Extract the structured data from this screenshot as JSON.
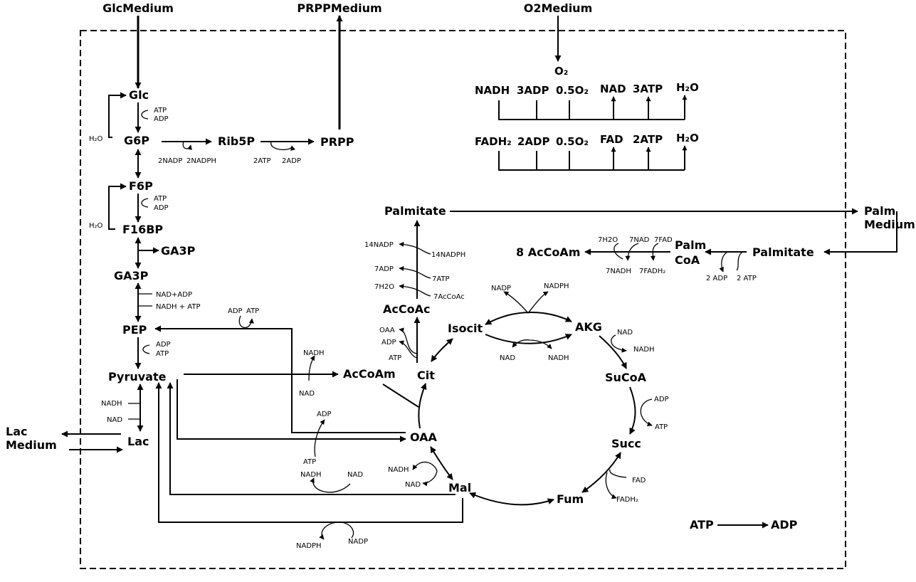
{
  "medium": {
    "glc": "GlcMedium",
    "prpp": "PRPPMedium",
    "o2": "O2Medium",
    "palm": [
      "Palm",
      "Medium"
    ],
    "lac": [
      "Lac",
      "Medium"
    ]
  },
  "metabolites": {
    "glc": "Glc",
    "g6p": "G6P",
    "f6p": "F6P",
    "f16bp": "F16BP",
    "ga3p_out": "GA3P",
    "ga3p": "GA3P",
    "pep": "PEP",
    "pyruvate": "Pyruvate",
    "lac": "Lac",
    "rib5p": "Rib5P",
    "prpp": "PRPP",
    "o2": "O₂",
    "palmitate_top": "Palmitate",
    "palmitate_right": "Palmitate",
    "accoac": "AcCoAc",
    "accoam": "AcCoAm",
    "cit": "Cit",
    "isocit": "Isocit",
    "akg": "AKG",
    "sucoa": "SuCoA",
    "succ": "Succ",
    "fum": "Fum",
    "mal": "Mal",
    "oaa": "OAA",
    "accoam8": "8 AcCoAm",
    "palmcoa": [
      "Palm",
      "CoA"
    ],
    "atp": "ATP",
    "adp": "ADP"
  },
  "oxphos": {
    "nadh_row": [
      "NADH",
      "3ADP",
      "0.5O₂",
      "NAD",
      "3ATP",
      "H₂O"
    ],
    "fadh_row": [
      "FADH₂",
      "2ADP",
      "0.5O₂",
      "FAD",
      "2ATP",
      "H₂O"
    ]
  },
  "cofactors": {
    "glc_atp": "ATP",
    "glc_adp": "ADP",
    "h2o_1": "H₂O",
    "f6p_atp": "ATP",
    "f6p_adp": "ADP",
    "h2o_2": "H₂O",
    "ppp_nadp": "2NADP",
    "ppp_nadph": "2NADPH",
    "prpp_atp": "2ATP",
    "prpp_adp": "2ADP",
    "gapdh_in": "NAD+ADP",
    "gapdh_out": "NADH + ATP",
    "pk_adp": "ADP",
    "pk_atp": "ATP",
    "pepck_adp": "ADP",
    "pepck_atp": "ATP",
    "ldh_nadh": "NADH",
    "ldh_nad": "NAD",
    "pdh_nadh": "NADH",
    "pdh_nad": "NAD",
    "pc_adp": "ADP",
    "pc_atp": "ATP",
    "mdh2_nadh": "NADH",
    "mdh2_nad": "NAD",
    "me_nadph": "NADPH",
    "me_nadp": "NADP",
    "acl_oaa": "OAA",
    "acl_adp": "ADP",
    "acl_atp": "ATP",
    "fas_nadp": "14NADP",
    "fas_nadph": "14NADPH",
    "fas_adp": "7ADP",
    "fas_atp": "7ATP",
    "fas_h2o": "7H2O",
    "fas_accoac": "7AcCoAc",
    "idh_nadp": "NADP",
    "idh_nadph": "NADPH",
    "idh_nad": "NAD",
    "idh_nadh": "NADH",
    "akgdh_nad": "NAD",
    "akgdh_nadh": "NADH",
    "scs_adp": "ADP",
    "scs_atp": "ATP",
    "sdh_fad": "FAD",
    "sdh_fadh": "FADH₂",
    "mdh_nadh": "NADH",
    "mdh_nad": "NAD",
    "beta_h2o": "7H2O",
    "beta_nad": "7NAD",
    "beta_fad": "7FAD",
    "beta_nadh": "7NADH",
    "beta_fadh": "7FADH₂",
    "acs_adp": "2 ADP",
    "acs_atp": "2 ATP"
  }
}
